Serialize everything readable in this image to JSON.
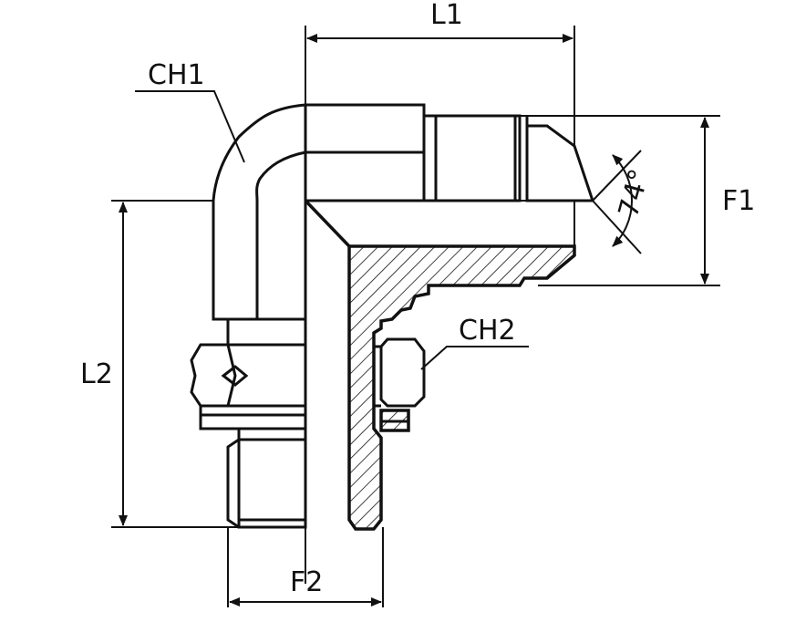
{
  "drawing": {
    "labels": {
      "L1": "L1",
      "L2": "L2",
      "F1": "F1",
      "F2": "F2",
      "CH1": "CH1",
      "CH2": "CH2",
      "angle": "74°"
    }
  }
}
